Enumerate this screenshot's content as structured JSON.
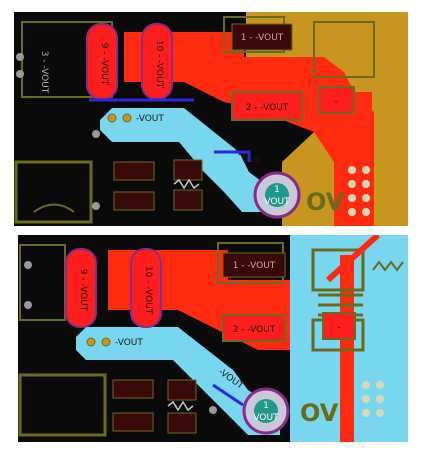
{
  "colors": {
    "board": "#0a0a0a",
    "copper_top": "#ff2a10",
    "pad_red": "#ff1e1e",
    "copper_pour_gold": "#c8961e",
    "copper_pour_cyan": "#78d7ee",
    "silkscreen": "#6b6b1f",
    "via_purple": "#8a2a8a",
    "trace_blue": "#2a2ad8",
    "teal_pad": "#1f9a8a"
  },
  "top_view": {
    "pads": {
      "pad_9": "9 - -VOUT",
      "pad_10": "10 - -VOUT",
      "pad_1": "1 - -VOUT",
      "pad_2": "2 - -VOUT",
      "pad_small": "-"
    },
    "trace_label": "-VOUT",
    "diag_label": "-VOUT",
    "side_label": "3 - -VOUT",
    "big_via": {
      "number": "1",
      "net": "VOUT"
    },
    "ground_label": "OV"
  },
  "bottom_view": {
    "pads": {
      "pad_9": "9 - -VOUT",
      "pad_10": "10 - -VOUT",
      "pad_1": "1 - -VOUT",
      "pad_2": "2 - -VOUT",
      "pad_small": "-"
    },
    "trace_label": "-VOUT",
    "diag_label": "-VOUT",
    "big_via": {
      "number": "1",
      "net": "VOUT"
    },
    "ground_label": "OV"
  }
}
